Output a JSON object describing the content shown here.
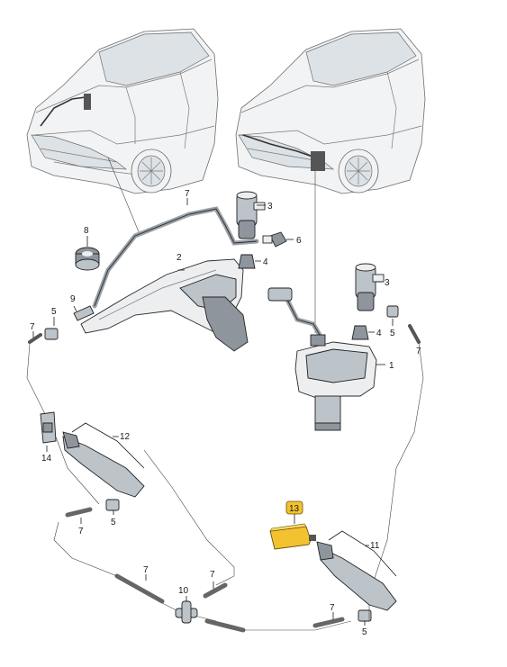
{
  "callouts": [
    {
      "id": "c1",
      "text": "1"
    },
    {
      "id": "c2",
      "text": "2"
    },
    {
      "id": "c3a",
      "text": "3"
    },
    {
      "id": "c3b",
      "text": "3"
    },
    {
      "id": "c4a",
      "text": "4"
    },
    {
      "id": "c4b",
      "text": "4"
    },
    {
      "id": "c5a",
      "text": "5"
    },
    {
      "id": "c5b",
      "text": "5"
    },
    {
      "id": "c5c",
      "text": "5"
    },
    {
      "id": "c5d",
      "text": "5"
    },
    {
      "id": "c6",
      "text": "6"
    },
    {
      "id": "c7a",
      "text": "7"
    },
    {
      "id": "c7b",
      "text": "7"
    },
    {
      "id": "c7c",
      "text": "7"
    },
    {
      "id": "c7d",
      "text": "7"
    },
    {
      "id": "c7e",
      "text": "7"
    },
    {
      "id": "c7f",
      "text": "7"
    },
    {
      "id": "c7g",
      "text": "7"
    },
    {
      "id": "c8",
      "text": "8"
    },
    {
      "id": "c9",
      "text": "9"
    },
    {
      "id": "c10",
      "text": "10"
    },
    {
      "id": "c11",
      "text": "11"
    },
    {
      "id": "c12",
      "text": "12"
    },
    {
      "id": "c13",
      "text": "13"
    },
    {
      "id": "c14",
      "text": "14"
    }
  ],
  "highlight": {
    "callout": "13",
    "color": "#f2c230",
    "part_color": "#f2c230"
  },
  "colors": {
    "line": "#1a1a1a",
    "part_fill": "#eceef0",
    "part_dark": "#8e959c",
    "hose": "#9aa1a7"
  }
}
